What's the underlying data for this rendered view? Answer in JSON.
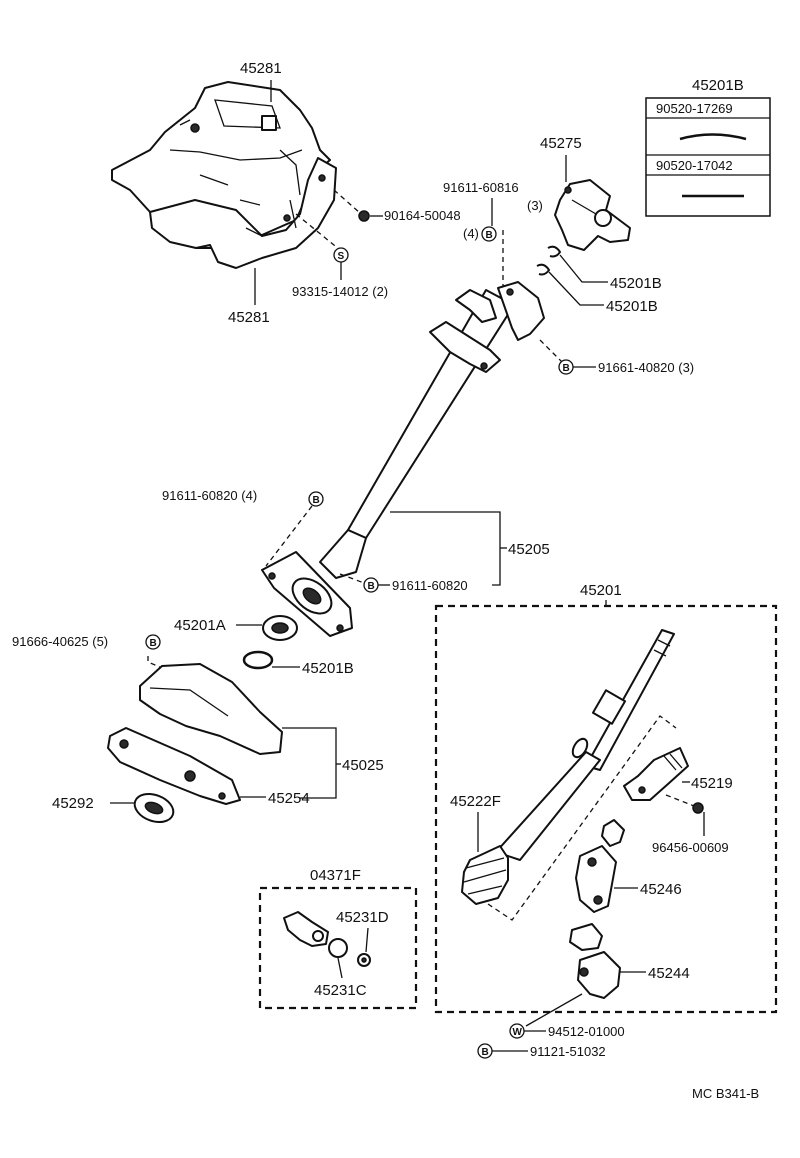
{
  "labels": {
    "cover_upper": "45281",
    "cover_lower": "45281",
    "screw_cover": "90164-50048",
    "screw_sym": "S",
    "screw_cover2": "93315-14012 (2)",
    "bolt_top": "91611-60816",
    "bolt_top_qty": "(4)",
    "bolt_sym": "B",
    "bracket": "45275",
    "bracket_qty": "(3)",
    "clip1": "45201B",
    "clip2": "45201B",
    "bolt_right": "91661-40820 (3)",
    "bolt_left": "91611-60820 (4)",
    "column": "45205",
    "bolt_mid": "91611-60820",
    "bearing": "45201A",
    "bolt_far_left": "91666-40625 (5)",
    "clip3": "45201B",
    "cover_bottom": "45025",
    "plate": "45254",
    "seal": "45292",
    "shaft_assy": "45201",
    "boot": "45222F",
    "yoke": "45219",
    "bolt_yoke": "96456-00609",
    "joint1": "45246",
    "joint2": "45244",
    "washer_code": "94512-01000",
    "washer_sym": "W",
    "bolt_bottom": "91121-51032",
    "kit": "04371F",
    "kit_part1": "45231D",
    "kit_part2": "45231C",
    "legend_title": "45201B",
    "legend_item1": "90520-17269",
    "legend_item2": "90520-17042",
    "footer_code": "MC B341-B"
  }
}
